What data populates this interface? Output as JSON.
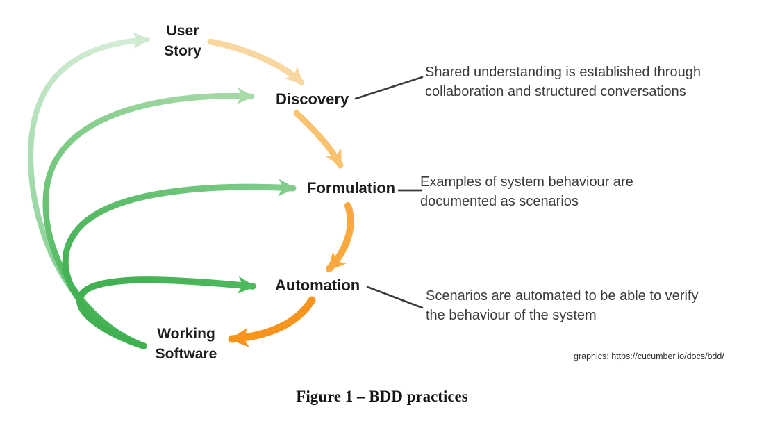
{
  "figure": {
    "caption": "Figure 1 – BDD practices",
    "credit": "graphics: https://cucumber.io/docs/bdd/"
  },
  "nodes": {
    "user_story": "User\nStory",
    "discovery": "Discovery",
    "formulation": "Formulation",
    "automation": "Automation",
    "working_software": "Working\nSoftware"
  },
  "annotations": {
    "discovery": "Shared understanding is established through\ncollaboration and structured conversations",
    "formulation": "Examples of system behaviour are\ndocumented as scenarios",
    "automation": "Scenarios are automated to be able to verify\nthe behaviour of the system"
  },
  "colors": {
    "green_feedback_base": "#4cb85c",
    "green_feedback_base_pale": "#7bcc8a",
    "green_user_story_tip": "#d6edd6",
    "green_user_story_head": "#cfe9cf",
    "green_discovery_tip": "#a6daa8",
    "green_formulation_tip": "#82cd8c",
    "green_formulation_base": "#45b355",
    "green_automation_tip": "#4fb95f",
    "green_automation_base": "#41b051",
    "orange_user_story_discovery": "#f8d7a0",
    "orange_discovery_formulation": "#f9c26f",
    "orange_formulation_automation": "#f9a93e",
    "orange_automation_working": "#f7941d",
    "connector_line": "#3a3a3a"
  }
}
